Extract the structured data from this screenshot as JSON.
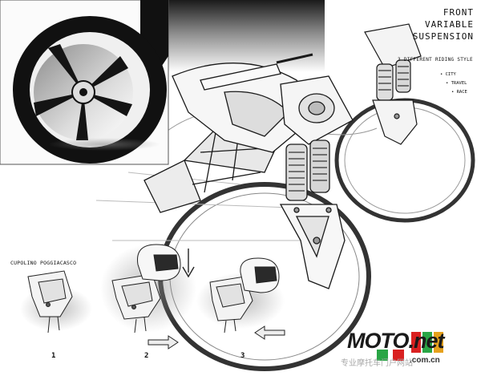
{
  "heading": {
    "lines": [
      "FRONT",
      "VARIABLE",
      "SUSPENSION"
    ],
    "subtitle": "3 DIFFERENT RIDING STYLE",
    "styles": [
      "• CITY",
      "• TRAVEL",
      "• RACE"
    ]
  },
  "sequence": {
    "title": "CUPOLINO POGGIACASCO",
    "steps": [
      "1",
      "2",
      "3"
    ]
  },
  "watermark": {
    "brand": "MOTO.net",
    "domain": ".com.cn",
    "tagline": "专业摩托车门户网站"
  },
  "colors": {
    "ink": "#1a1a1a",
    "paper": "#ffffff",
    "rim": "#f2f2f2",
    "brand_red": "#d92121",
    "brand_green": "#29a545"
  }
}
